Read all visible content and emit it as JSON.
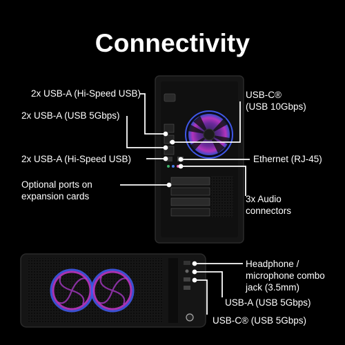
{
  "title": "Connectivity",
  "labels": {
    "top_left_1": "2x USB-A (Hi-Speed USB)",
    "top_left_2": "2x USB-A (USB 5Gbps)",
    "top_left_3": "2x USB-A (Hi-Speed USB)",
    "expansion_line1": "Optional ports on",
    "expansion_line2": "expansion cards",
    "usbc_line1": "USB-C®",
    "usbc_line2": "(USB 10Gbps)",
    "ethernet": "Ethernet (RJ-45)",
    "audio_line1": "3x Audio",
    "audio_line2": "connectors",
    "headphone_line1": "Headphone /",
    "headphone_line2": "microphone combo",
    "headphone_line3": "jack (3.5mm)",
    "front_usba": "USB-A (USB 5Gbps)",
    "front_usbc": "USB-C® (USB 5Gbps)"
  },
  "colors": {
    "background": "#000000",
    "text": "#ffffff",
    "case": "#161616",
    "fan_pink": "#d03bd8",
    "fan_blue": "#3f58e8"
  }
}
